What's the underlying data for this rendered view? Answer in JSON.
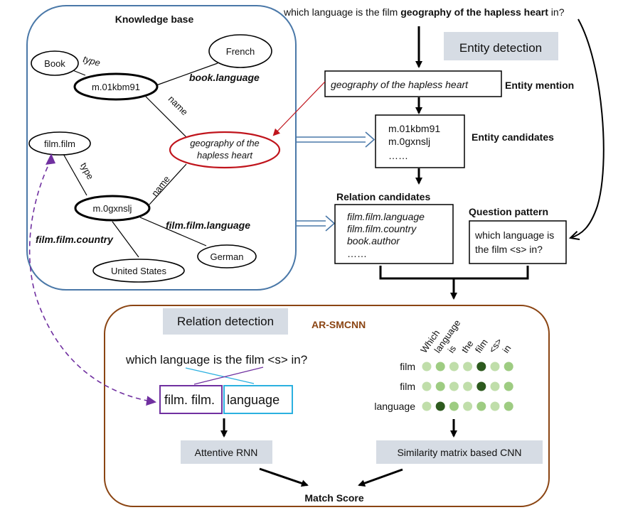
{
  "question": {
    "prefix": "which language is the film ",
    "entity": "geography of the hapless heart",
    "suffix": " in?"
  },
  "knowledge_base": {
    "title": "Knowledge base",
    "nodes": {
      "book": "Book",
      "french": "French",
      "m01": "m.01kbm91",
      "film_film": "film.film",
      "entity": [
        "geography of the",
        "hapless heart"
      ],
      "m0g": "m.0gxnslj",
      "german": "German",
      "us": "United States"
    },
    "edges": {
      "type1": "type",
      "book_language": "book.language",
      "name1": "name",
      "type2": "type",
      "name2": "name",
      "film_language": "film.film.language",
      "film_country": "film.film.country"
    }
  },
  "entity_detection": {
    "stage_label": "Entity detection",
    "mention_text": "geography of the hapless heart",
    "mention_label": "Entity mention",
    "candidates": [
      "m.01kbm91",
      "m.0gxnslj",
      "……"
    ],
    "candidates_label": "Entity candidates"
  },
  "relation_candidates": {
    "label": "Relation candidates",
    "items": [
      "film.film.language",
      "film.film.country",
      "book.author",
      "……"
    ]
  },
  "question_pattern": {
    "label": "Question pattern",
    "lines": [
      "which language is",
      "the film <s> in?"
    ]
  },
  "relation_detection": {
    "stage_label": "Relation detection",
    "model_name": "AR-SMCNN",
    "pattern_sentence": "which language is the film <s> in?",
    "relation_part1": "film. film.",
    "relation_part2": "language",
    "left_module": "Attentive RNN",
    "right_module": "Similarity matrix based CNN",
    "output": "Match Score",
    "colors": {
      "brown": "#8B4513",
      "purple": "#7030A0",
      "cyan": "#2BB0E0",
      "blue": "#4A78A8",
      "red": "#C0141C",
      "stage_bg": "#D6DCE4"
    }
  },
  "similarity_matrix": {
    "columns": [
      "Which",
      "language",
      "is",
      "the",
      "film",
      "<s>",
      "in"
    ],
    "rows": [
      "film",
      "film",
      "language"
    ],
    "values": [
      [
        0.25,
        0.45,
        0.25,
        0.25,
        1.0,
        0.25,
        0.45
      ],
      [
        0.25,
        0.45,
        0.25,
        0.25,
        1.0,
        0.25,
        0.45
      ],
      [
        0.25,
        1.0,
        0.45,
        0.25,
        0.45,
        0.25,
        0.45
      ]
    ]
  }
}
